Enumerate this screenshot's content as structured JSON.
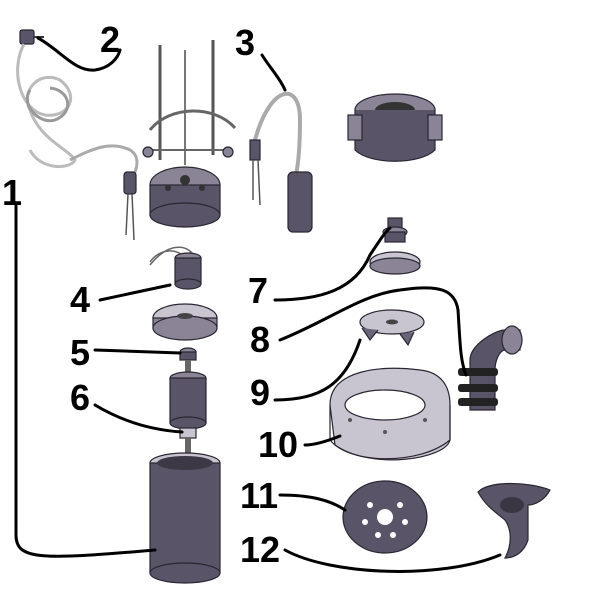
{
  "callouts": [
    {
      "id": "1",
      "label": "1"
    },
    {
      "id": "2",
      "label": "2"
    },
    {
      "id": "3",
      "label": "3"
    },
    {
      "id": "4",
      "label": "4"
    },
    {
      "id": "5",
      "label": "5"
    },
    {
      "id": "6",
      "label": "6"
    },
    {
      "id": "7",
      "label": "7"
    },
    {
      "id": "8",
      "label": "8"
    },
    {
      "id": "9",
      "label": "9"
    },
    {
      "id": "10",
      "label": "10"
    },
    {
      "id": "11",
      "label": "11"
    },
    {
      "id": "12",
      "label": "12"
    }
  ],
  "colors": {
    "leader": "#000000",
    "part_dark": "#5a5468",
    "part_mid": "#8a8496",
    "part_light": "#c9c5d0"
  }
}
